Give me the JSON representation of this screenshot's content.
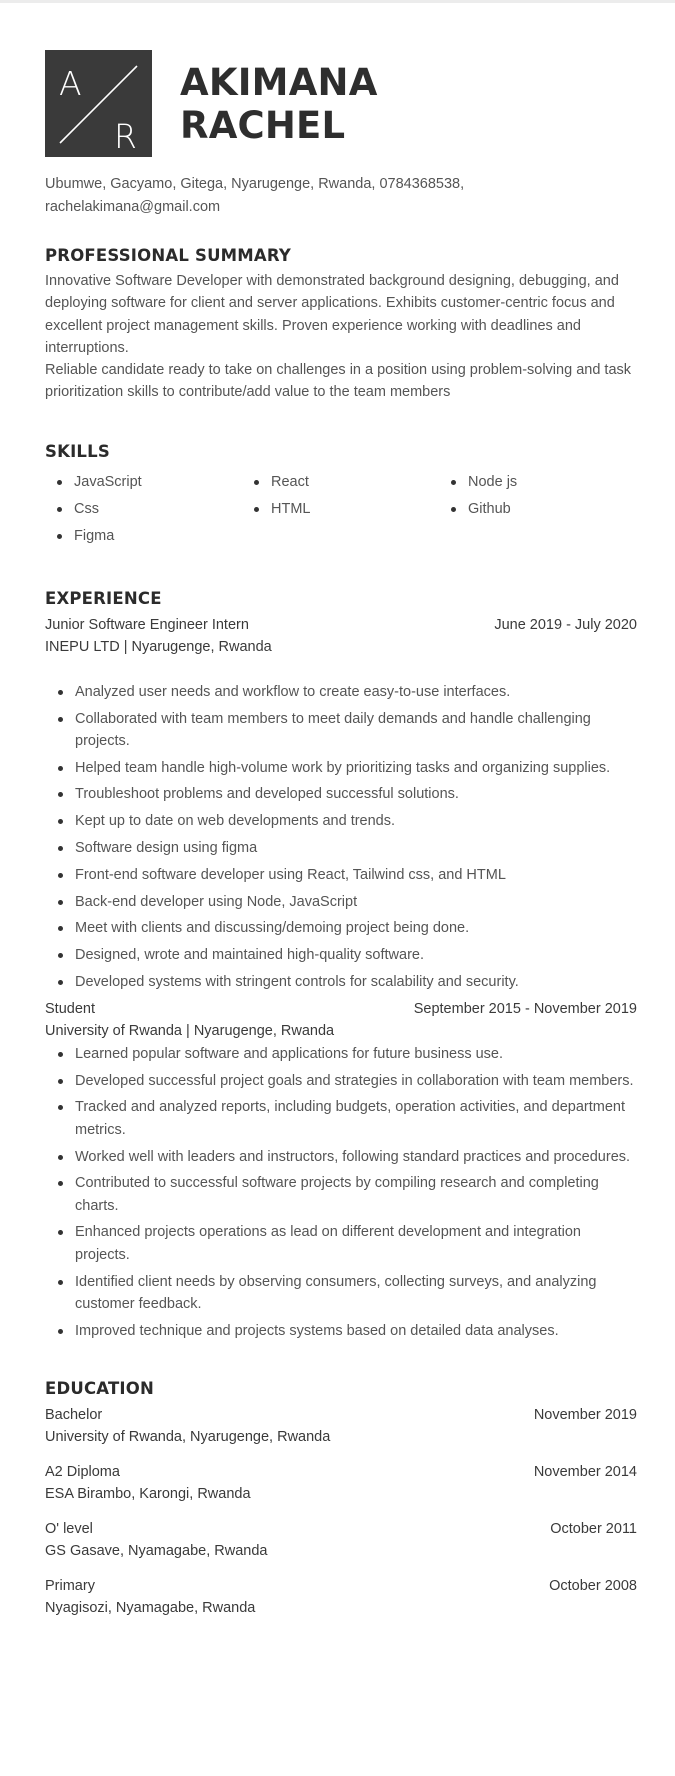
{
  "header": {
    "monogram": {
      "left": "A",
      "right": "R"
    },
    "first_name": "AKIMANA",
    "last_name": "RACHEL",
    "contact_line1": "Ubumwe, Gacyamo, Gitega, Nyarugenge, Rwanda, 0784368538,",
    "contact_line2": "rachelakimana@gmail.com"
  },
  "summary": {
    "title": "PROFESSIONAL SUMMARY",
    "paragraph1": "Innovative Software Developer with demonstrated background designing, debugging, and deploying software for client and server applications. Exhibits customer-centric focus and excellent project management skills. Proven experience working with deadlines and interruptions.",
    "paragraph2": "Reliable candidate ready to take on challenges in a position using problem-solving and task prioritization skills to contribute/add value to the team members"
  },
  "skills": {
    "title": "SKILLS",
    "items": [
      "JavaScript",
      "React",
      "Node js",
      "Css",
      "HTML",
      "Github",
      "Figma"
    ]
  },
  "experience": {
    "title": "EXPERIENCE",
    "jobs": [
      {
        "role": "Junior Software Engineer Intern",
        "dates": "June 2019 - July 2020",
        "org": "INEPU LTD | Nyarugenge, Rwanda",
        "duties": [
          "Analyzed user needs and workflow to create easy-to-use interfaces.",
          "Collaborated with team members to meet daily demands and handle challenging projects.",
          "Helped team handle high-volume work by prioritizing tasks and organizing supplies.",
          "Troubleshoot problems and developed successful solutions.",
          "Kept up to date on web developments and trends.",
          "Software design using figma",
          "Front-end software developer using React, Tailwind css, and HTML",
          "Back-end developer using Node, JavaScript",
          "Meet with clients and discussing/demoing project being done.",
          "Designed, wrote and maintained high-quality software.",
          "Developed systems with stringent controls for scalability and security."
        ]
      },
      {
        "role": "Student",
        "dates": "September 2015 - November 2019",
        "org": "University of Rwanda | Nyarugenge, Rwanda",
        "duties": [
          "Learned popular software and applications for future business use.",
          "Developed successful project goals and strategies in collaboration with team members.",
          "Tracked and analyzed reports, including budgets, operation activities, and department metrics.",
          "Worked well with leaders and instructors, following standard practices and procedures.",
          "Contributed to successful software projects by compiling research and completing charts.",
          "Enhanced projects operations as lead on different development and integration projects.",
          "Identified client needs by observing consumers, collecting surveys, and analyzing customer feedback.",
          "Improved technique and projects systems based on detailed data analyses."
        ]
      }
    ]
  },
  "education": {
    "title": "EDUCATION",
    "items": [
      {
        "degree": "Bachelor",
        "date": "November 2019",
        "school": "University of Rwanda, Nyarugenge, Rwanda"
      },
      {
        "degree": "A2 Diploma",
        "date": "November 2014",
        "school": "ESA Birambo, Karongi, Rwanda"
      },
      {
        "degree": "O' level",
        "date": "October 2011",
        "school": "GS Gasave, Nyamagabe, Rwanda"
      },
      {
        "degree": "Primary",
        "date": "October 2008",
        "school": "Nyagisozi, Nyamagabe, Rwanda"
      }
    ]
  }
}
